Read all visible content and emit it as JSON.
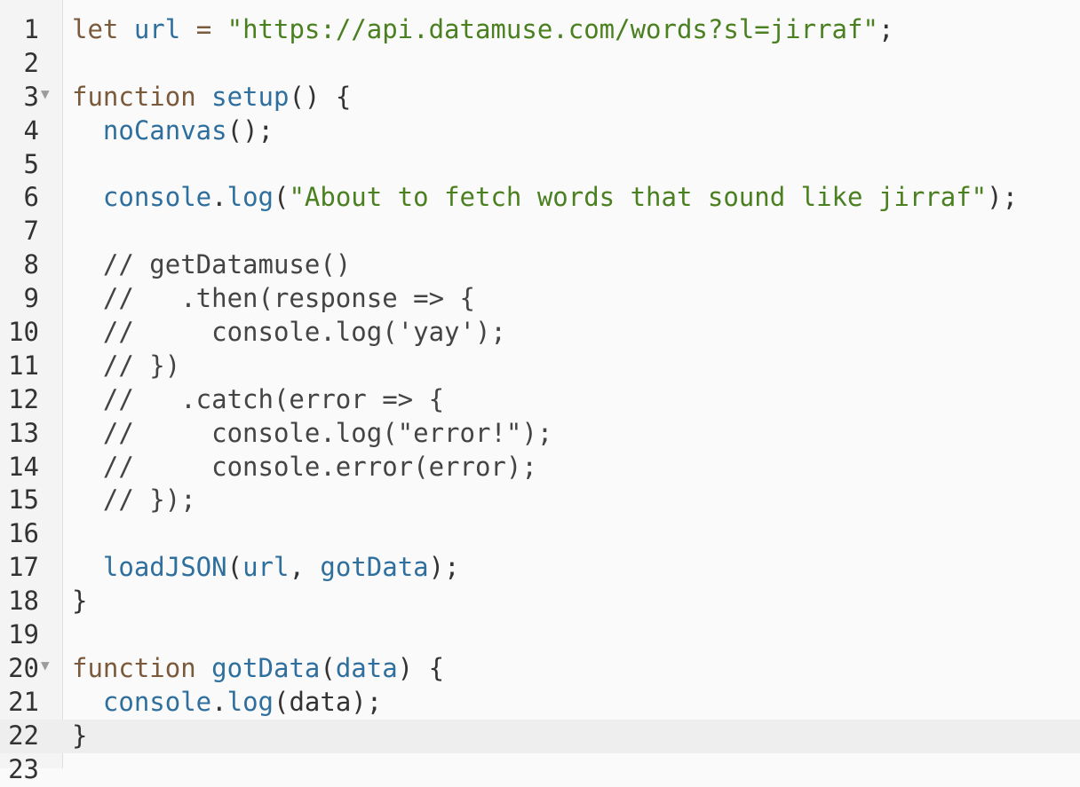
{
  "editor": {
    "active_line": 22,
    "lines": [
      {
        "n": "1",
        "fold": "",
        "tokens": [
          {
            "t": "let ",
            "c": "kw"
          },
          {
            "t": "url",
            "c": "def"
          },
          {
            "t": " = ",
            "c": "kw"
          },
          {
            "t": "\"https://api.datamuse.com/words?sl=jirraf\"",
            "c": "str"
          },
          {
            "t": ";",
            "c": "p"
          }
        ]
      },
      {
        "n": "2",
        "fold": "",
        "tokens": []
      },
      {
        "n": "3",
        "fold": "▼",
        "tokens": [
          {
            "t": "function ",
            "c": "kw"
          },
          {
            "t": "setup",
            "c": "def"
          },
          {
            "t": "() {",
            "c": "p"
          }
        ]
      },
      {
        "n": "4",
        "fold": "",
        "tokens": [
          {
            "t": "  ",
            "c": "p"
          },
          {
            "t": "noCanvas",
            "c": "var"
          },
          {
            "t": "();",
            "c": "p"
          }
        ]
      },
      {
        "n": "5",
        "fold": "",
        "tokens": []
      },
      {
        "n": "6",
        "fold": "",
        "tokens": [
          {
            "t": "  ",
            "c": "p"
          },
          {
            "t": "console",
            "c": "var"
          },
          {
            "t": ".",
            "c": "p"
          },
          {
            "t": "log",
            "c": "var"
          },
          {
            "t": "(",
            "c": "p"
          },
          {
            "t": "\"About to fetch words that sound like jirraf\"",
            "c": "str"
          },
          {
            "t": ");",
            "c": "p"
          }
        ]
      },
      {
        "n": "7",
        "fold": "",
        "tokens": []
      },
      {
        "n": "8",
        "fold": "",
        "tokens": [
          {
            "t": "  // getDatamuse()",
            "c": "cm"
          }
        ]
      },
      {
        "n": "9",
        "fold": "",
        "tokens": [
          {
            "t": "  //   .then(response => {",
            "c": "cm"
          }
        ]
      },
      {
        "n": "10",
        "fold": "",
        "tokens": [
          {
            "t": "  //     console.log('yay');",
            "c": "cm"
          }
        ]
      },
      {
        "n": "11",
        "fold": "",
        "tokens": [
          {
            "t": "  // })",
            "c": "cm"
          }
        ]
      },
      {
        "n": "12",
        "fold": "",
        "tokens": [
          {
            "t": "  //   .catch(error => {",
            "c": "cm"
          }
        ]
      },
      {
        "n": "13",
        "fold": "",
        "tokens": [
          {
            "t": "  //     console.log(\"error!\");",
            "c": "cm"
          }
        ]
      },
      {
        "n": "14",
        "fold": "",
        "tokens": [
          {
            "t": "  //     console.error(error);",
            "c": "cm"
          }
        ]
      },
      {
        "n": "15",
        "fold": "",
        "tokens": [
          {
            "t": "  // });",
            "c": "cm"
          }
        ]
      },
      {
        "n": "16",
        "fold": "",
        "tokens": []
      },
      {
        "n": "17",
        "fold": "",
        "tokens": [
          {
            "t": "  ",
            "c": "p"
          },
          {
            "t": "loadJSON",
            "c": "var"
          },
          {
            "t": "(",
            "c": "p"
          },
          {
            "t": "url",
            "c": "var"
          },
          {
            "t": ", ",
            "c": "p"
          },
          {
            "t": "gotData",
            "c": "var"
          },
          {
            "t": ");",
            "c": "p"
          }
        ]
      },
      {
        "n": "18",
        "fold": "",
        "tokens": [
          {
            "t": "}",
            "c": "p"
          }
        ]
      },
      {
        "n": "19",
        "fold": "",
        "tokens": []
      },
      {
        "n": "20",
        "fold": "▼",
        "tokens": [
          {
            "t": "function ",
            "c": "kw"
          },
          {
            "t": "gotData",
            "c": "def"
          },
          {
            "t": "(",
            "c": "p"
          },
          {
            "t": "data",
            "c": "def"
          },
          {
            "t": ") {",
            "c": "p"
          }
        ]
      },
      {
        "n": "21",
        "fold": "",
        "tokens": [
          {
            "t": "  ",
            "c": "p"
          },
          {
            "t": "console",
            "c": "var"
          },
          {
            "t": ".",
            "c": "p"
          },
          {
            "t": "log",
            "c": "var"
          },
          {
            "t": "(data);",
            "c": "p"
          }
        ]
      },
      {
        "n": "22",
        "fold": "",
        "tokens": [
          {
            "t": "}",
            "c": "p"
          }
        ]
      },
      {
        "n": "23",
        "fold": "",
        "tokens": []
      }
    ]
  },
  "colors": {
    "background": "#fafafa",
    "gutter": "#f4f4f4",
    "active_line": "#eeeeee",
    "keyword": "#7a5a3a",
    "definition": "#2e6f9e",
    "string": "#4a8020",
    "comment": "#444444"
  }
}
